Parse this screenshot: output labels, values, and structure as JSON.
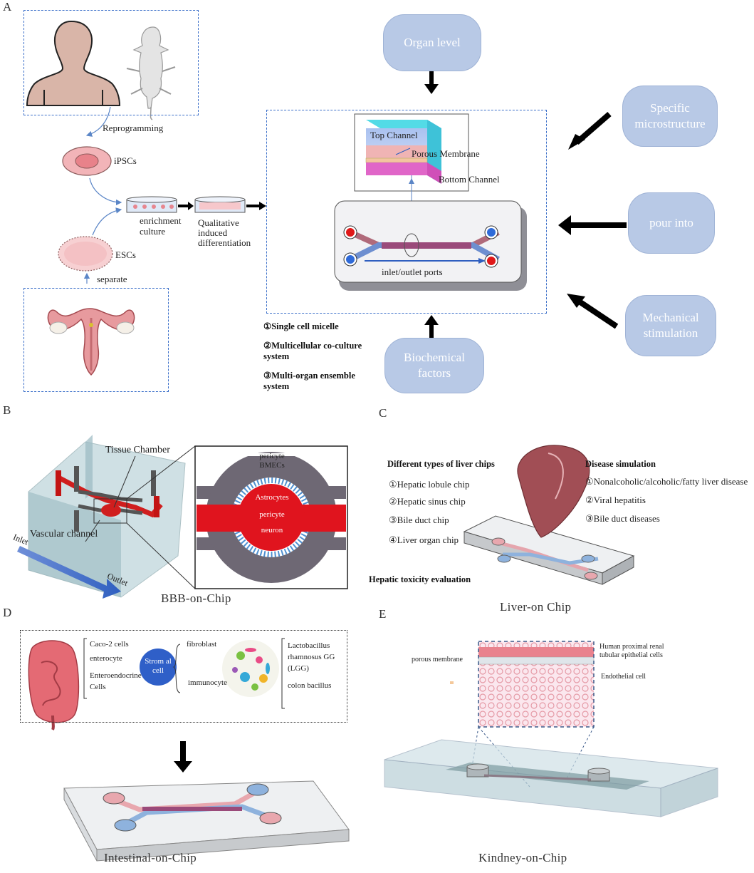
{
  "panels": {
    "a": "A",
    "b": "B",
    "c": "C",
    "d": "D",
    "e": "E"
  },
  "panel_a": {
    "reprogramming": "Reprogramming",
    "ipscs": "iPSCs",
    "escs": "ESCs",
    "separate": "separate",
    "enrichment": "enrichment culture",
    "qualitative": "Qualitative induced differentiation",
    "top_channel": "Top Channel",
    "porous_membrane": "Porous Membrane",
    "bottom_channel": "Bottom Channel",
    "ports": "inlet/outlet ports",
    "organ_level": "Organ level",
    "specific": "Specific microstructure",
    "pour_into": "pour into",
    "mechanical": "Mechanical stimulation",
    "biochemical": "Biochemical factors",
    "list": [
      "①Single cell micelle",
      "②Multicellular co-culture system",
      "③Multi-organ ensemble system"
    ]
  },
  "panel_b": {
    "tissue_chamber": "Tissue Chamber",
    "vascular_channel": "Vascular channel",
    "inlet": "Inlet",
    "outlet": "Outlet",
    "pericyte_bmecs": "pericyte BMECs",
    "astrocytes": "Astrocytes",
    "pericyte": "pericyte",
    "neuron": "neuron",
    "caption": "BBB-on-Chip"
  },
  "panel_c": {
    "types_title": "Different types of liver chips",
    "types": [
      "①Hepatic lobule chip",
      "②Hepatic sinus chip",
      "③Bile duct chip",
      "④Liver organ chip"
    ],
    "disease_title": "Disease simulation",
    "diseases": [
      "①Nonalcoholic/alcoholic/fatty liver disease",
      "②Viral hepatitis",
      "③Bile duct diseases"
    ],
    "toxicity": "Hepatic toxicity evaluation",
    "caption": "Liver-on Chip"
  },
  "panel_d": {
    "cells1": [
      "Caco-2 cells",
      "enterocyte",
      "Enteroendocrine Cells"
    ],
    "stromal": "Strom al cell",
    "cells2": [
      "fibroblast",
      "immunocyte"
    ],
    "bacteria": [
      "Lactobacillus rhamnosus GG (LGG)",
      "colon bacillus"
    ],
    "caption": "Intestinal-on-Chip"
  },
  "panel_e": {
    "renal": "Human proximal renal tubular epithelial cells",
    "porous": "porous membrane",
    "endothelial": "Endothelial cell",
    "caption": "Kindney-on-Chip"
  }
}
